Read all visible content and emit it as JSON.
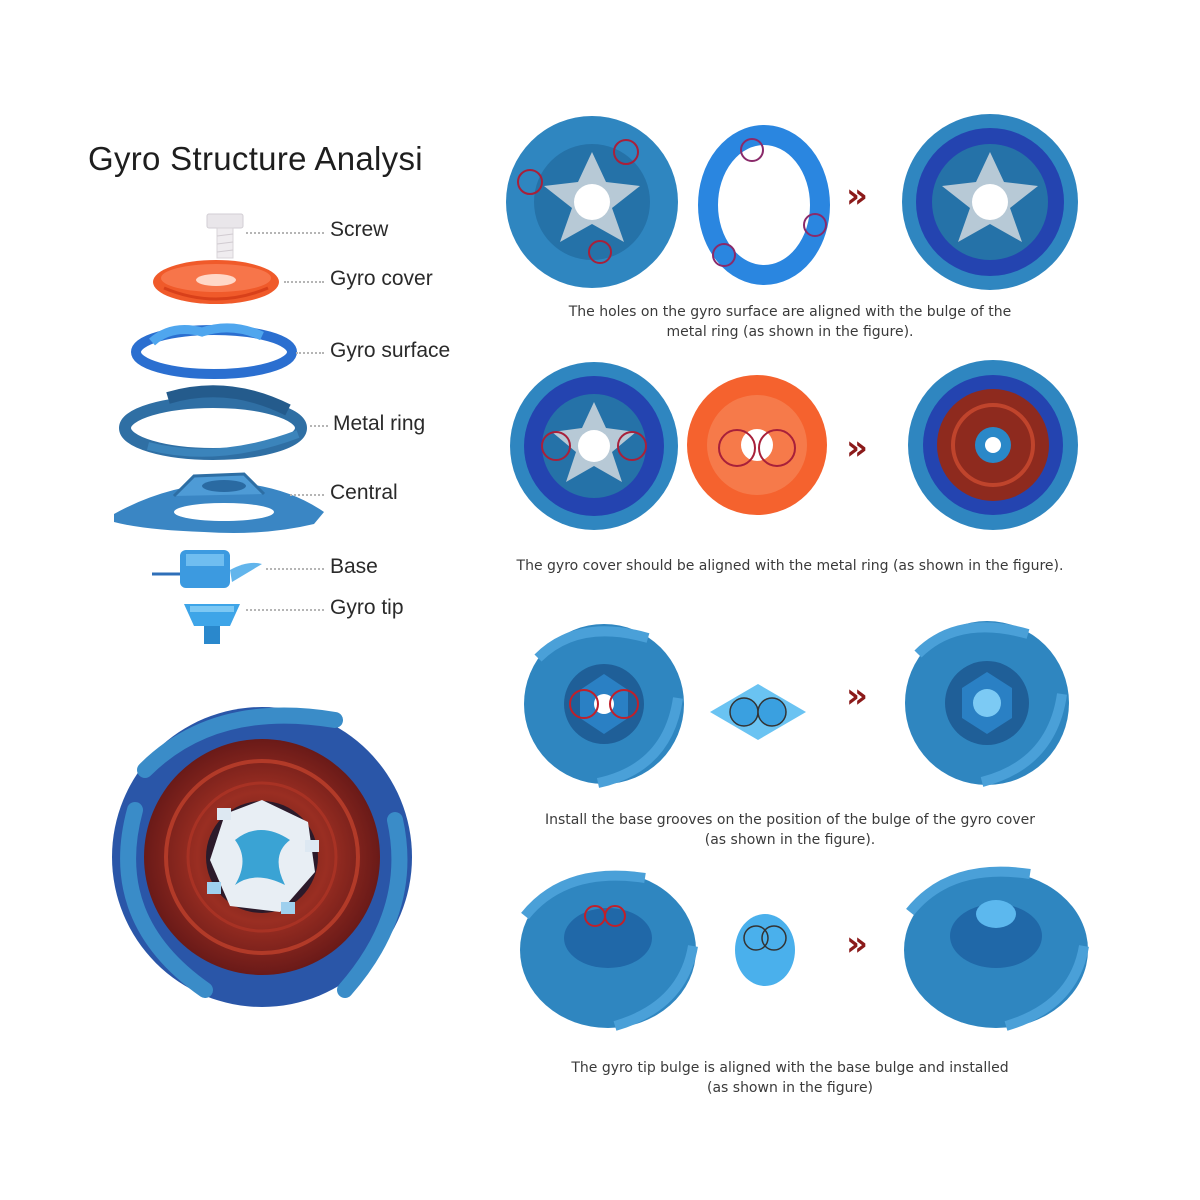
{
  "title": "Gyro Structure Analysi",
  "parts": [
    {
      "label": "Screw",
      "icon": "screw-icon"
    },
    {
      "label": "Gyro cover",
      "icon": "gyro-cover-icon"
    },
    {
      "label": "Gyro surface",
      "icon": "gyro-surface-icon"
    },
    {
      "label": "Metal ring",
      "icon": "metal-ring-icon"
    },
    {
      "label": "Central",
      "icon": "central-icon"
    },
    {
      "label": "Base",
      "icon": "base-icon"
    },
    {
      "label": "Gyro tip",
      "icon": "gyro-tip-icon"
    }
  ],
  "steps": [
    {
      "caption_line1": "The holes on the gyro surface are aligned with the bulge of the",
      "caption_line2": "metal ring (as shown in the figure)."
    },
    {
      "caption_line1": "The gyro cover should be aligned with the metal ring (as shown in the figure).",
      "caption_line2": ""
    },
    {
      "caption_line1": "Install the base grooves on the position of the bulge of the gyro cover",
      "caption_line2": "(as shown in the figure)."
    },
    {
      "caption_line1": "The gyro tip bulge is aligned with the base bulge and installed",
      "caption_line2": "(as shown in the figure)"
    }
  ],
  "colors": {
    "blue_metal": "#2f86c0",
    "blue_dark": "#1d4f9a",
    "blue_light": "#5fb5e6",
    "orange": "#f25a2c",
    "red_metal": "#8e2a1e",
    "arrow": "#8b1a1a",
    "marker": "#a8203a"
  },
  "arrow_glyph": "»"
}
